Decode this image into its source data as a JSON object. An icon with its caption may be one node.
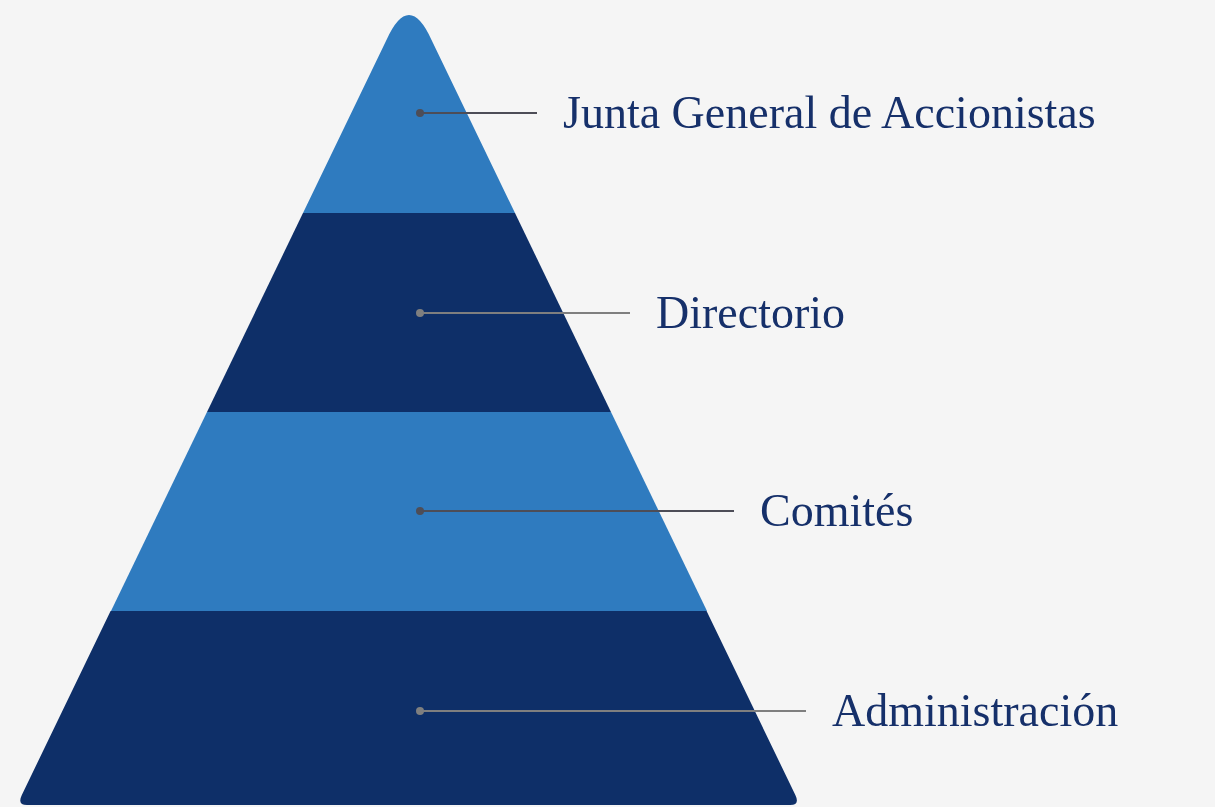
{
  "diagram": {
    "nodes": [
      {
        "text": [],
        "shape": "triangle"
      },
      {
        "text": [],
        "shape": "band"
      },
      {
        "text": [],
        "shape": "band"
      },
      {
        "text": [],
        "shape": "band"
      },
      {
        "text": [
          "Junta General de Accionistas"
        ]
      },
      {
        "text": [
          "Directorio"
        ]
      },
      {
        "text": [
          "Comités"
        ]
      },
      {
        "text": [
          "Administración"
        ]
      }
    ],
    "edges": [
      {
        "from": 4,
        "to": 0,
        "arrow": "other"
      },
      {
        "from": 5,
        "to": 1,
        "arrow": "other",
        "color": "#7f7f7f"
      },
      {
        "from": 6,
        "to": 2,
        "arrow": "other"
      },
      {
        "from": 7,
        "to": 3,
        "arrow": "other",
        "color": "#7f7f7f"
      }
    ]
  }
}
